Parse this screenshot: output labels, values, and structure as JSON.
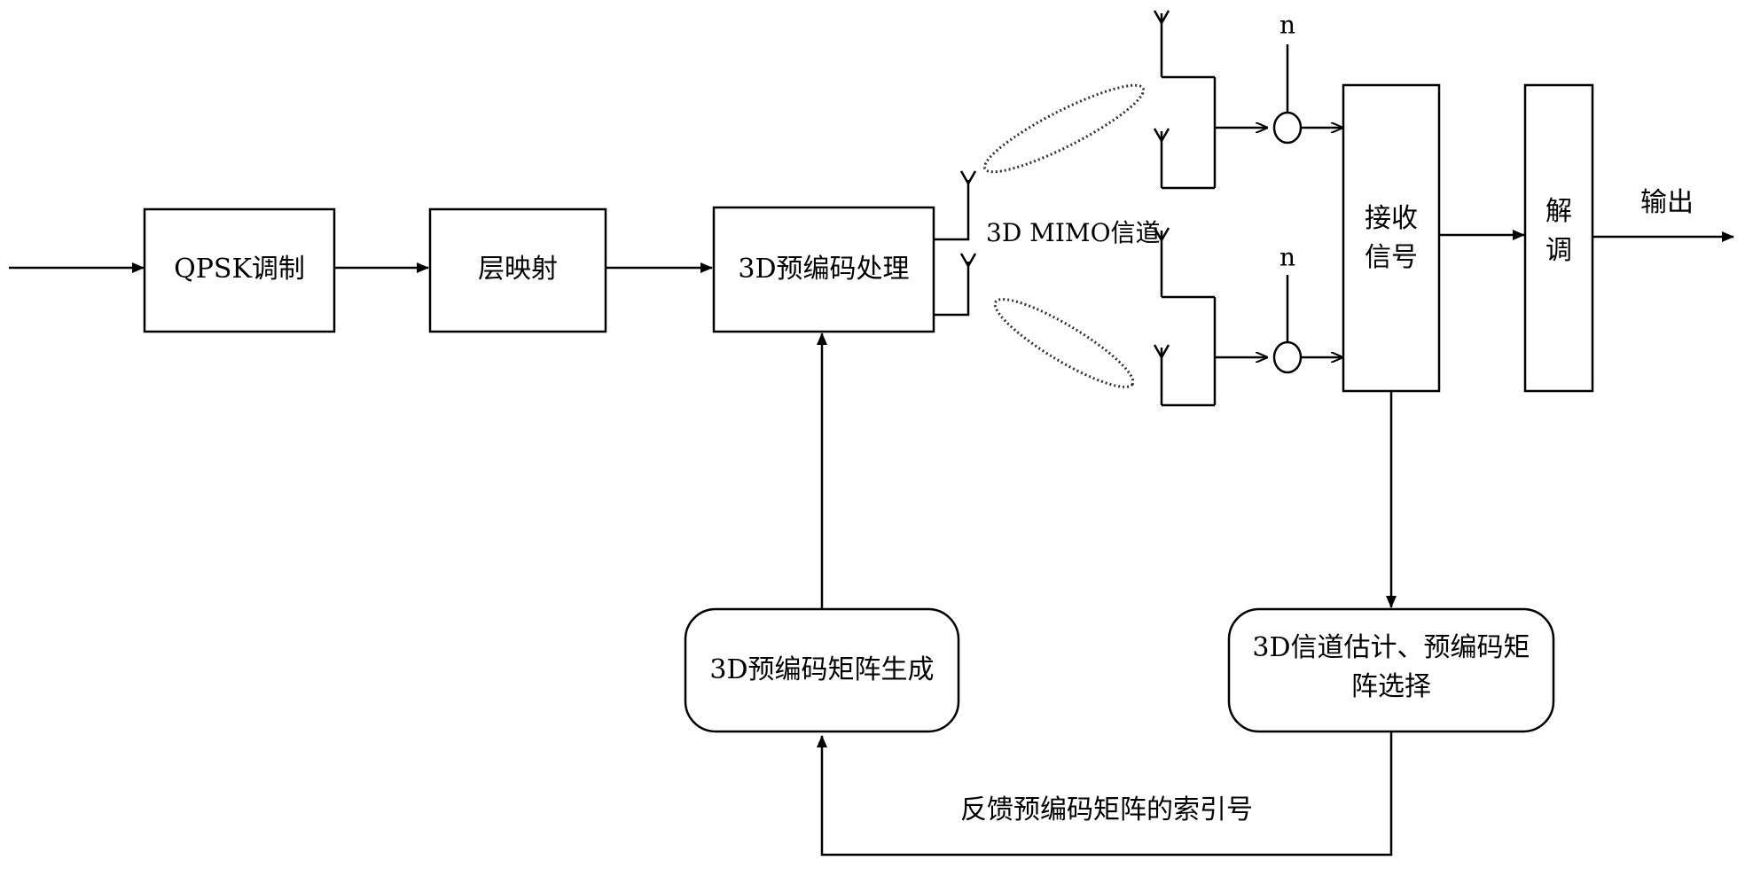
{
  "blocks": {
    "qpsk": "QPSK调制",
    "layer_map": "层映射",
    "precoding_3d": "3D预编码处理",
    "receive_line1": "接收",
    "receive_line2": "信号",
    "demod_line1": "解",
    "demod_line2": "调",
    "matrix_gen": "3D预编码矩阵生成",
    "estimate_line1": "3D信道估计、预编码矩",
    "estimate_line2": "阵选择"
  },
  "labels": {
    "channel": "3D MIMO信道",
    "noise_top": "n",
    "noise_bottom": "n",
    "output": "输出",
    "feedback": "反馈预编码矩阵的索引号"
  }
}
